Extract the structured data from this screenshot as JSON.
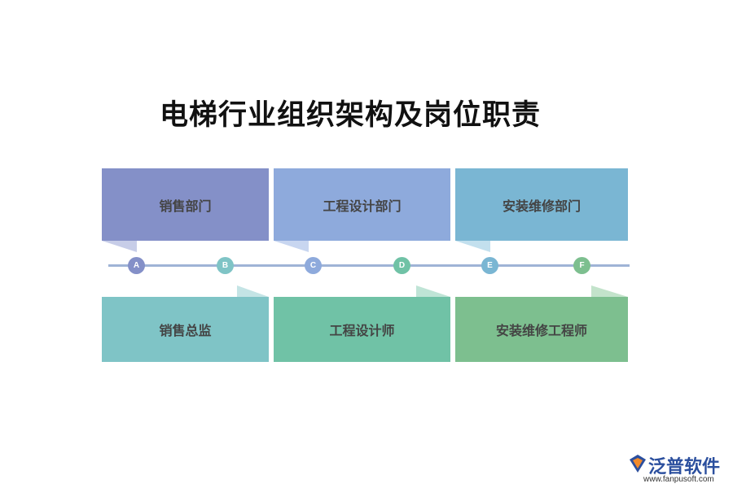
{
  "title": "电梯行业组织架构及岗位职责",
  "top_boxes": [
    {
      "label": "销售部门",
      "color": "#8490c8",
      "tab_color": "#c7cde8"
    },
    {
      "label": "工程设计部门",
      "color": "#8eaadc",
      "tab_color": "#c8d6f0"
    },
    {
      "label": "安装维修部门",
      "color": "#7ab6d3",
      "tab_color": "#c3e0ee"
    }
  ],
  "bottom_boxes": [
    {
      "label": "销售总监",
      "color": "#7fc4c6",
      "tab_color": "#c4e4e5"
    },
    {
      "label": "工程设计师",
      "color": "#70c2a6",
      "tab_color": "#bfe4d6"
    },
    {
      "label": "安装维修工程师",
      "color": "#7dbf8f",
      "tab_color": "#c3e3cb"
    }
  ],
  "timeline_dots": [
    {
      "label": "A",
      "color": "#8490c8"
    },
    {
      "label": "B",
      "color": "#7fc4c6"
    },
    {
      "label": "C",
      "color": "#8eaadc"
    },
    {
      "label": "D",
      "color": "#70c2a6"
    },
    {
      "label": "E",
      "color": "#7ab6d3"
    },
    {
      "label": "F",
      "color": "#7dbf8f"
    }
  ],
  "timeline_color": "#9fb3d6",
  "logo": {
    "name": "泛普软件",
    "url": "www.fanpusoft.com"
  }
}
